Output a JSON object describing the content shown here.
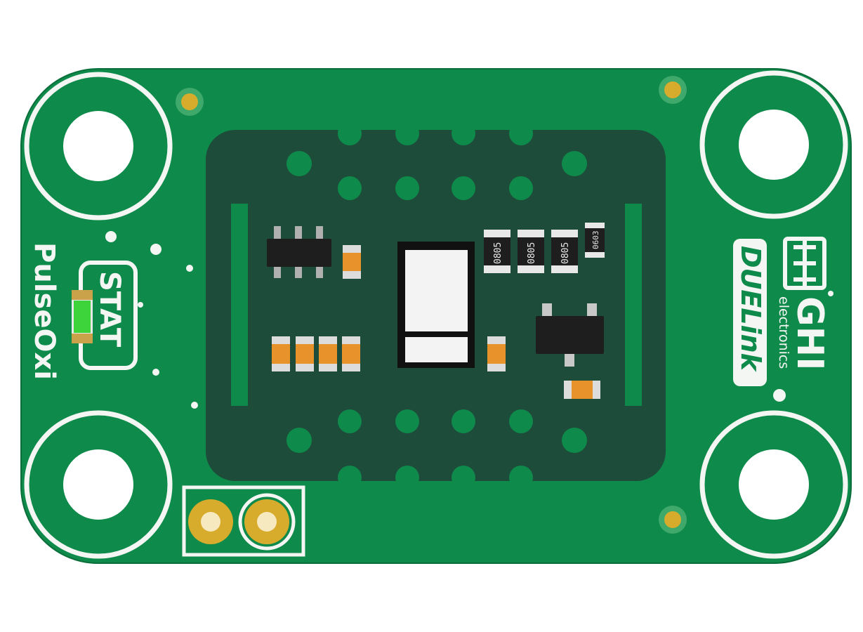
{
  "board": {
    "product_name": "PulseOxi",
    "status_label": "STAT",
    "brand_text": "electronics",
    "brand_logo_text": "GHI",
    "series_logo_text": "DUELink",
    "resistor_labels": [
      "0805",
      "0805",
      "0805",
      "0603"
    ]
  },
  "colors": {
    "pcb": "#0e8a4a",
    "pcb_edge": "#0a6e3a",
    "sensor_window": "#1e4c3a",
    "silkscreen": "#f4f6f3",
    "gold_pad": "#d7ac2c",
    "led_green": "#3cd43a",
    "resistor_orange": "#e8922c"
  }
}
